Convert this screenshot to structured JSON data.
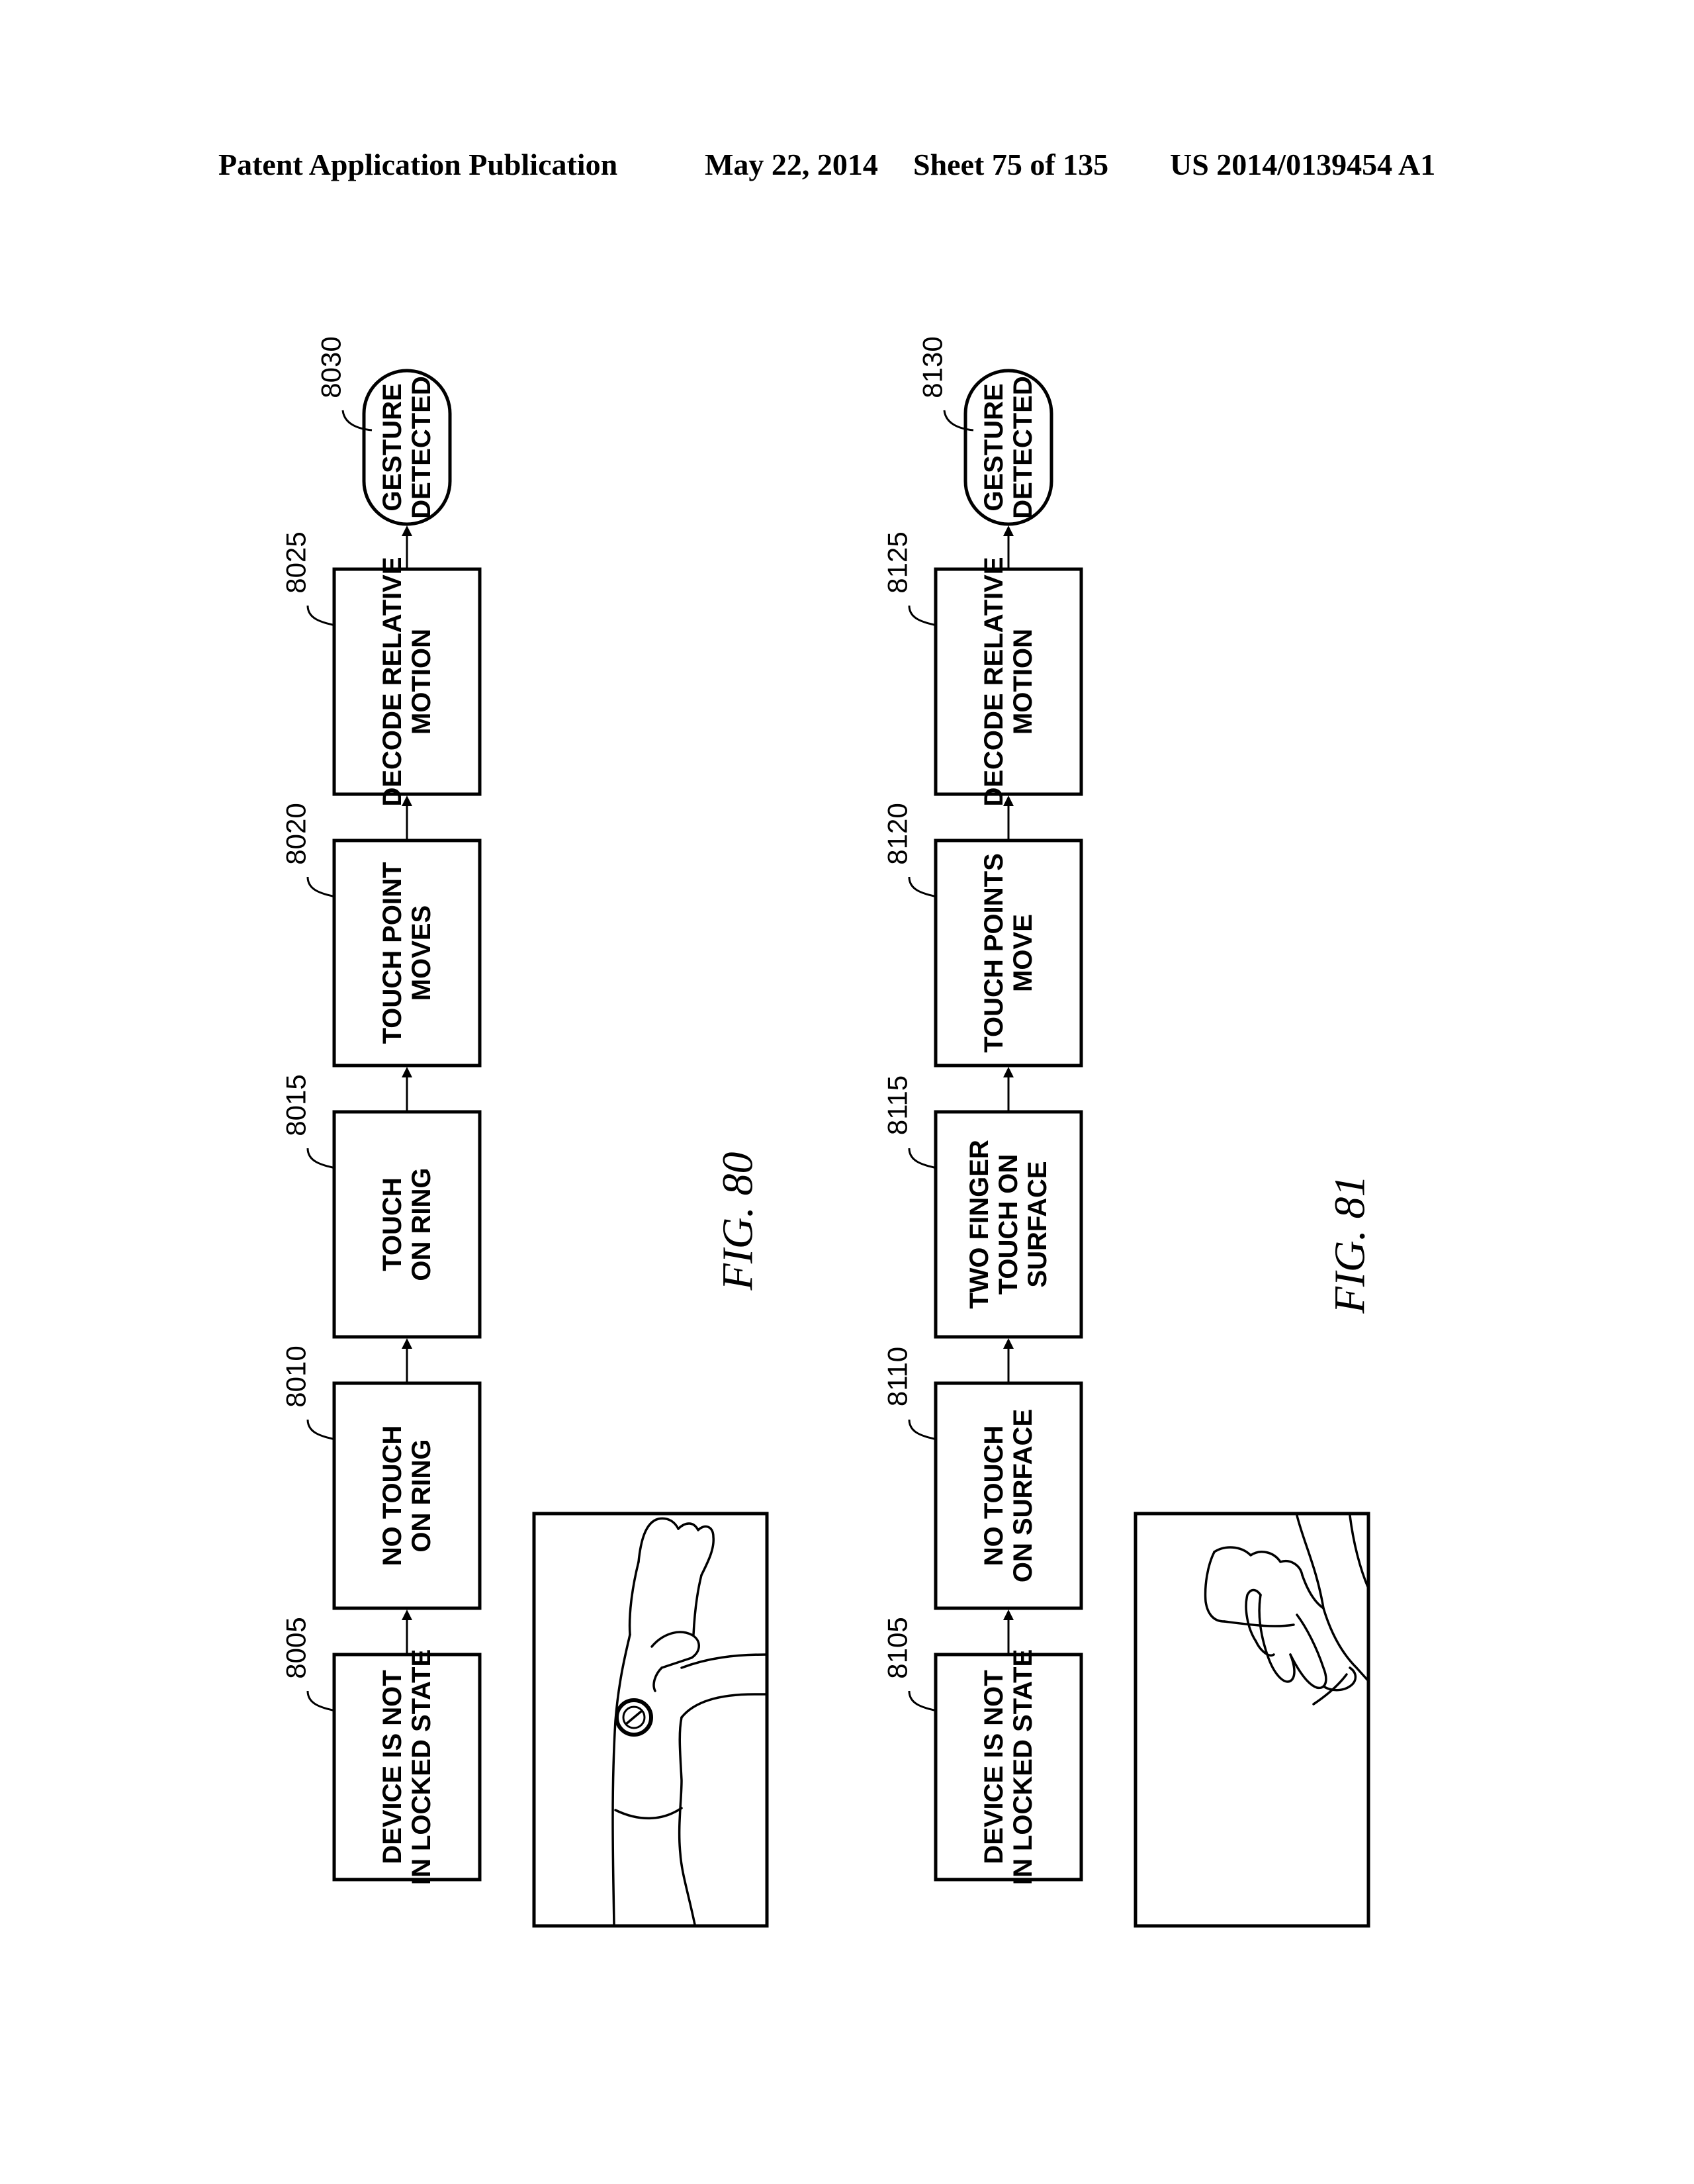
{
  "header": {
    "left": "Patent Application Publication",
    "date": "May 22, 2014",
    "sheet": "Sheet 75 of 135",
    "number": "US 2014/0139454 A1"
  },
  "fig80": {
    "label": "FIG.  80",
    "steps": [
      {
        "ref": "8005",
        "lines": [
          "DEVICE IS NOT",
          "IN LOCKED STATE"
        ]
      },
      {
        "ref": "8010",
        "lines": [
          "NO TOUCH",
          "ON RING"
        ]
      },
      {
        "ref": "8015",
        "lines": [
          "TOUCH",
          "ON RING"
        ]
      },
      {
        "ref": "8020",
        "lines": [
          "TOUCH POINT",
          "MOVES"
        ]
      },
      {
        "ref": "8025",
        "lines": [
          "DECODE RELATIVE",
          "MOTION"
        ]
      }
    ],
    "end": {
      "ref": "8030",
      "lines": [
        "GESTURE",
        "DETECTED"
      ]
    }
  },
  "fig81": {
    "label": "FIG.  81",
    "steps": [
      {
        "ref": "8105",
        "lines": [
          "DEVICE IS NOT",
          "IN LOCKED STATE"
        ]
      },
      {
        "ref": "8110",
        "lines": [
          "NO TOUCH",
          "ON SURFACE"
        ]
      },
      {
        "ref": "8115",
        "lines": [
          "TWO FINGER",
          "TOUCH ON",
          "SURFACE"
        ]
      },
      {
        "ref": "8120",
        "lines": [
          "TOUCH POINTS",
          "MOVE"
        ]
      },
      {
        "ref": "8125",
        "lines": [
          "DECODE RELATIVE",
          "MOTION"
        ]
      }
    ],
    "end": {
      "ref": "8130",
      "lines": [
        "GESTURE",
        "DETECTED"
      ]
    }
  }
}
